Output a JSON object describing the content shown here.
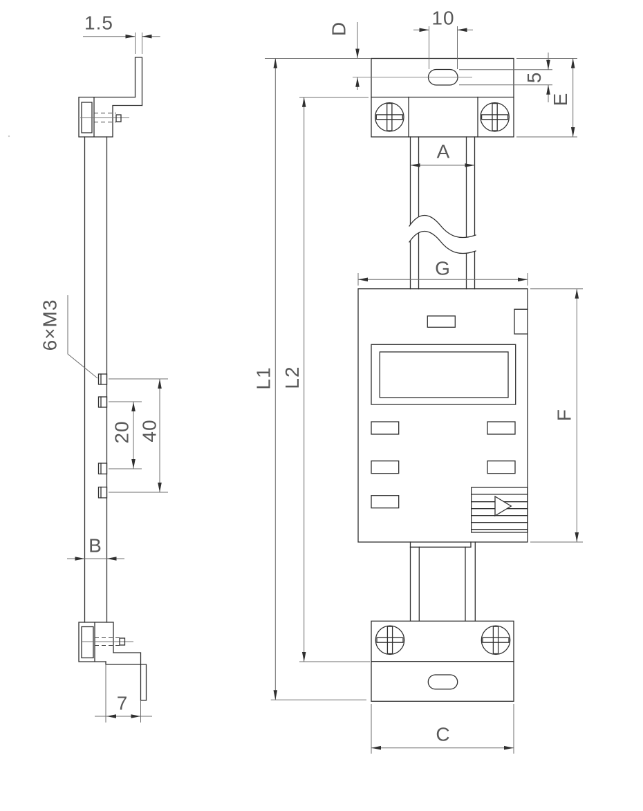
{
  "drawing": {
    "side_view": {
      "dims": {
        "blade_thickness": "1.5",
        "screw_spec": "6×M3",
        "hole_pitch": "20",
        "hole_span": "40",
        "bar_width": "B",
        "foot_offset": "7"
      }
    },
    "front_view": {
      "dims": {
        "slot_width": "10",
        "head_top_offset": "D",
        "slot_height": "5",
        "head_height": "E",
        "neck_width": "A",
        "body_width": "G",
        "overall_length": "L1",
        "mounting_length": "L2",
        "body_height": "F",
        "foot_width": "C"
      }
    },
    "colors": {
      "line": "#2f2f2f",
      "dimension": "#6e6e6e",
      "text": "#585858",
      "background": "#ffffff"
    }
  }
}
